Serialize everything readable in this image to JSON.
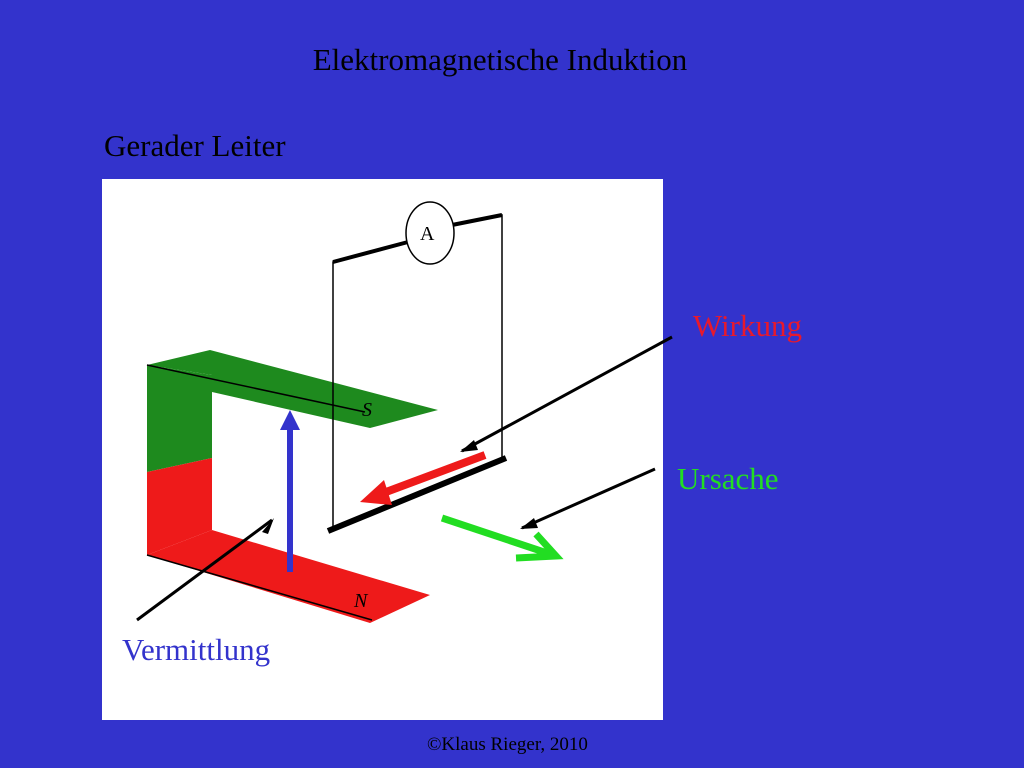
{
  "slide": {
    "title": "Elektromagnetische Induktion",
    "subtitle": "Gerader Leiter",
    "footer": "©Klaus Rieger, 2010"
  },
  "diagram": {
    "ammeter_label": "A",
    "pole_south": "S",
    "pole_north": "N",
    "labels": {
      "wirkung": "Wirkung",
      "ursache": "Ursache",
      "vermittlung": "Vermittlung"
    },
    "colors": {
      "background": "#3333cc",
      "panel": "#ffffff",
      "magnet_south": "#1e8a1e",
      "magnet_north": "#ee1a1a",
      "wirkung": "#e8192c",
      "ursache": "#22dd22",
      "field_arrow": "#3333cc"
    }
  }
}
